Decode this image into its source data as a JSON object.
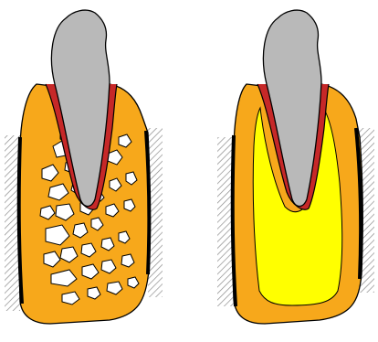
{
  "colors": {
    "background": "#ffffff",
    "bone_orange": "#f7a81b",
    "marrow_yellow": "#ffff00",
    "tooth_gray": "#b9b9b9",
    "ligament_red": "#c62828",
    "outline": "#000000",
    "hatch": "#8c8c8c"
  },
  "panels": [
    {
      "id": "left",
      "marrow": "trabecular-cavities"
    },
    {
      "id": "right",
      "marrow": "solid-yellow"
    }
  ]
}
